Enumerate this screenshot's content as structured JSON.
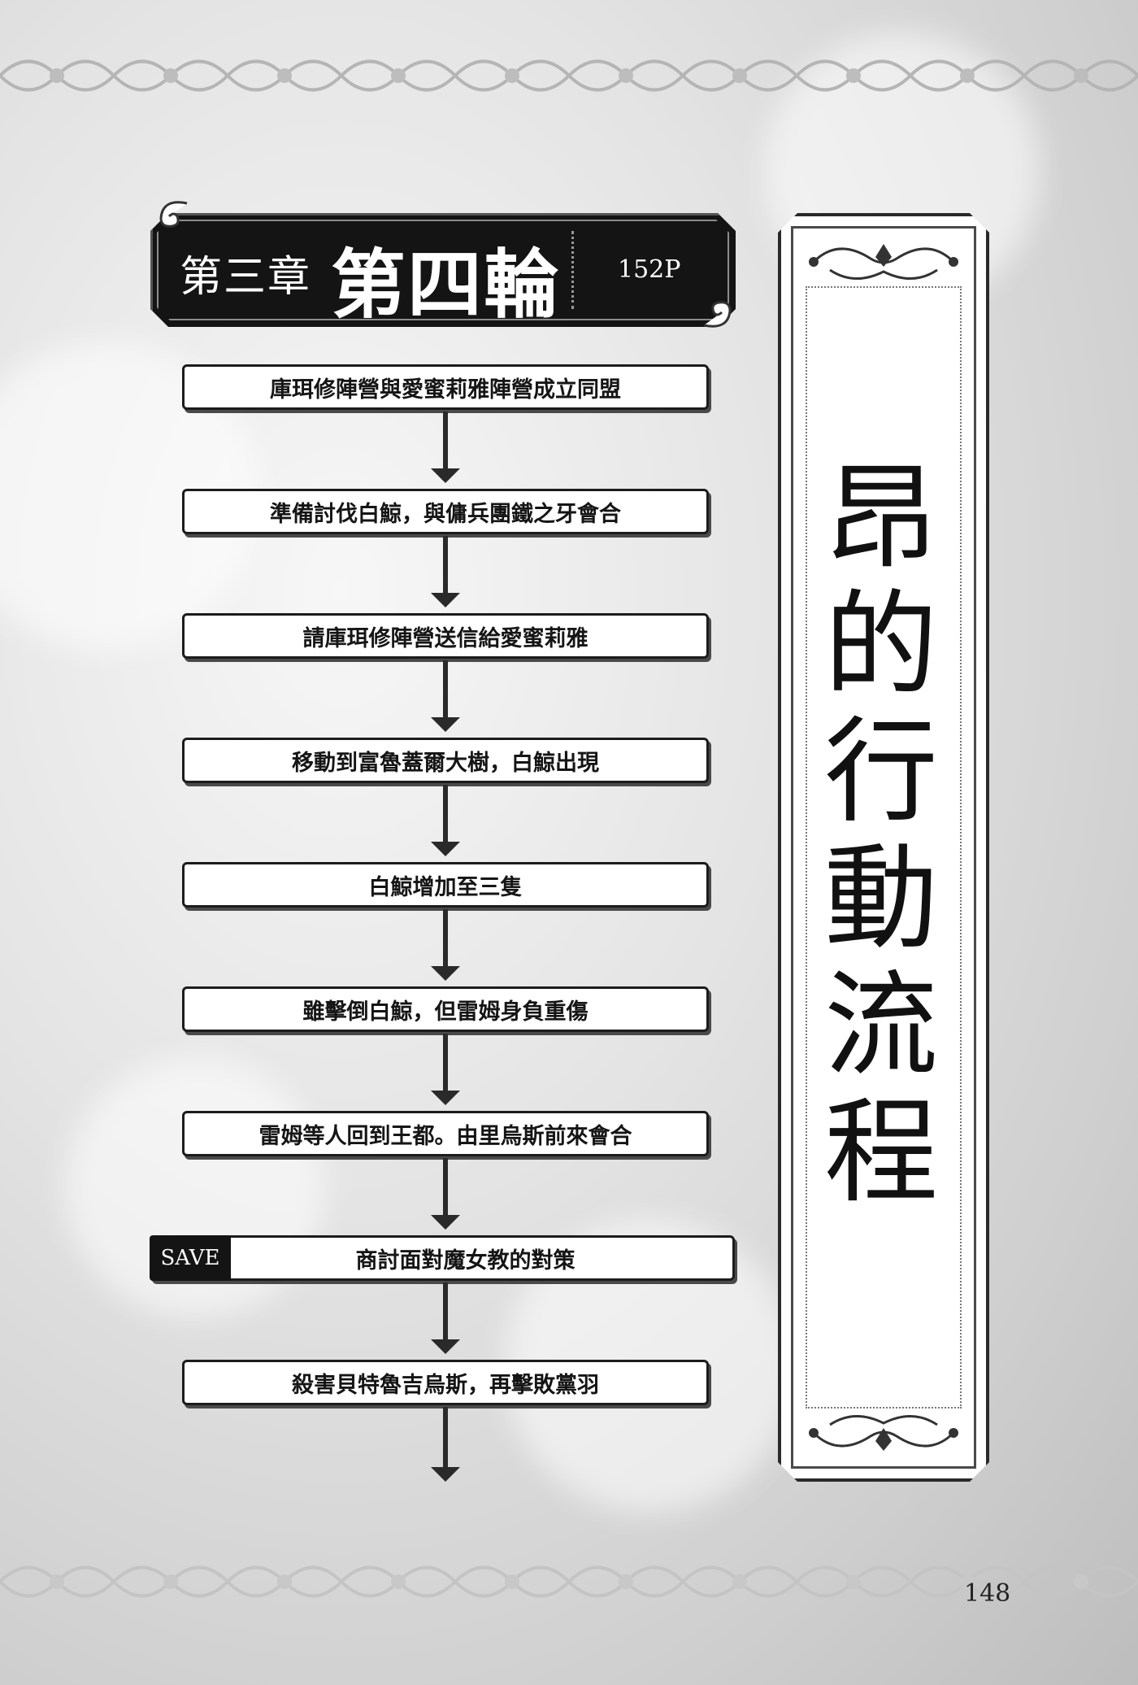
{
  "chapter": {
    "label": "第三章",
    "title": "第四輪",
    "page_ref": "152P"
  },
  "panel_title": "昂的行動流程",
  "save_badge": "SAVE",
  "steps": [
    "庫珥修陣營與愛蜜莉雅陣營成立同盟",
    "準備討伐白鯨，與傭兵團鐵之牙會合",
    "請庫珥修陣營送信給愛蜜莉雅",
    "移動到富魯蓋爾大樹，白鯨出現",
    "白鯨增加至三隻",
    "雖擊倒白鯨，但雷姆身負重傷",
    "雷姆等人回到王都。由里烏斯前來會合",
    "商討面對魔女教的對策",
    "殺害貝特魯吉烏斯，再擊敗黨羽"
  ],
  "save_step_index": 7,
  "page_number": "148"
}
